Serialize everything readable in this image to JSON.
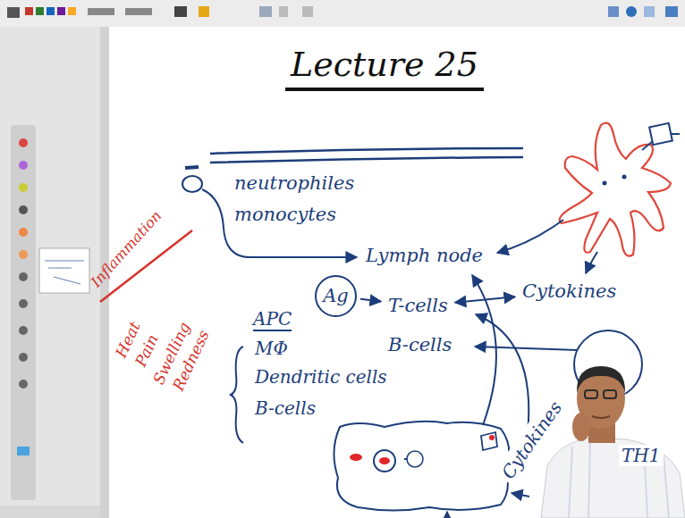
{
  "diagram": {
    "title": "Lecture 25",
    "nodes": [
      {
        "text": [
          "Lymph node"
        ]
      },
      {
        "text": [
          "Ag"
        ]
      },
      {
        "text": [
          "T-cells"
        ]
      },
      {
        "text": [
          "B-cells"
        ]
      },
      {
        "text": [
          "Cytokines"
        ]
      },
      {
        "text": [
          "Cytokines"
        ]
      }
    ],
    "edges": [
      {
        "from": 1,
        "to": 2,
        "arrow": "to"
      },
      {
        "from": 4,
        "to": 2,
        "arrow": "both"
      }
    ],
    "labels": [
      "neutrophiles",
      "monocytes",
      "Inflammation",
      "Heat",
      "Pain",
      "Swelling",
      "Redness",
      "APC",
      "MΦ",
      "Dendritic cells",
      "B-cells",
      "TH1"
    ]
  }
}
